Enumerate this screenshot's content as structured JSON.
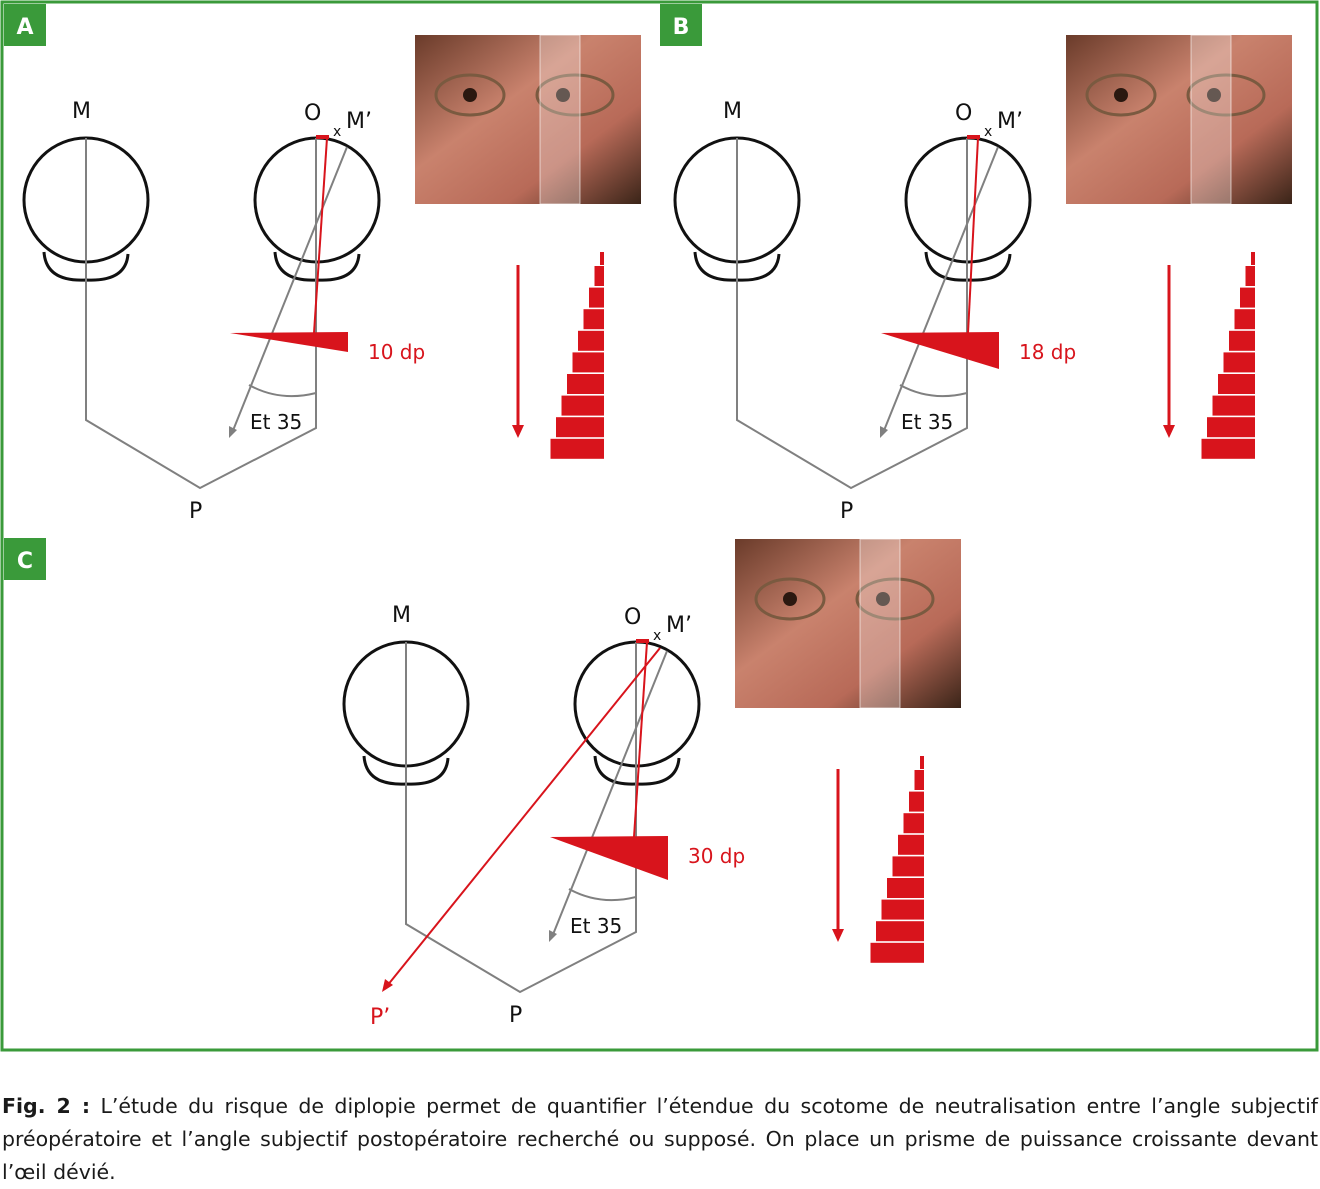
{
  "colors": {
    "frame": "#3a9a3a",
    "accent": "#d8141c",
    "line": "#808080"
  },
  "panels": [
    {
      "id": "A",
      "labels": {
        "m": "M",
        "o": "O",
        "x": "x",
        "mprime": "M’",
        "p": "P",
        "angle": "Et 35",
        "prism": "10 dp"
      },
      "prism_dp": 10
    },
    {
      "id": "B",
      "labels": {
        "m": "M",
        "o": "O",
        "x": "x",
        "mprime": "M’",
        "p": "P",
        "angle": "Et 35",
        "prism": "18 dp"
      },
      "prism_dp": 18
    },
    {
      "id": "C",
      "labels": {
        "m": "M",
        "o": "O",
        "x": "x",
        "mprime": "M’",
        "p": "P",
        "angle": "Et 35",
        "prism": "30 dp",
        "pprime": "P’"
      },
      "prism_dp": 30
    }
  ],
  "caption": {
    "label": "Fig. 2 :",
    "text": " L’étude du risque de diplopie permet de quantifier l’étendue du scotome de neutralisation entre l’angle subjectif préopératoire et l’angle subjectif postopératoire recherché ou supposé. On place un prisme de puissance croissante devant l’œil dévié."
  }
}
